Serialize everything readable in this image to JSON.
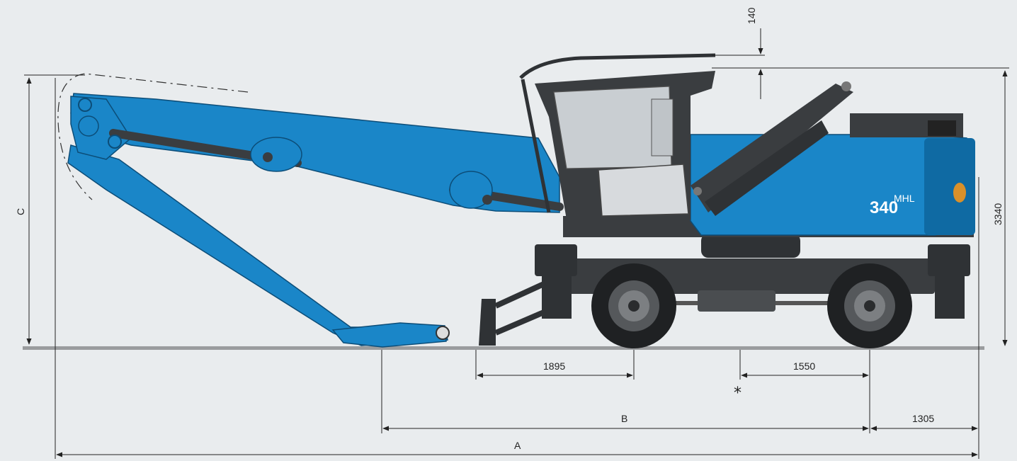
{
  "colors": {
    "background": "#e9ecee",
    "machine_blue": "#1a86c8",
    "machine_blue_dark": "#0f6aa3",
    "machine_grey": "#3a3d40",
    "ground": "#9a9c9e",
    "dimension_line": "#222222"
  },
  "machine": {
    "model_badge_prefix": "MHL",
    "model_badge_number": "340"
  },
  "dimensions": {
    "top_clearance": "140",
    "total_height": "3340",
    "boom_height": "C",
    "blade_to_front_axle": "1895",
    "rotation_center_to_rear_axle": "1550",
    "rotation_center_marker": "*",
    "reach_to_rear_axle": "B",
    "rear_overhang": "1305",
    "overall_length": "A"
  }
}
